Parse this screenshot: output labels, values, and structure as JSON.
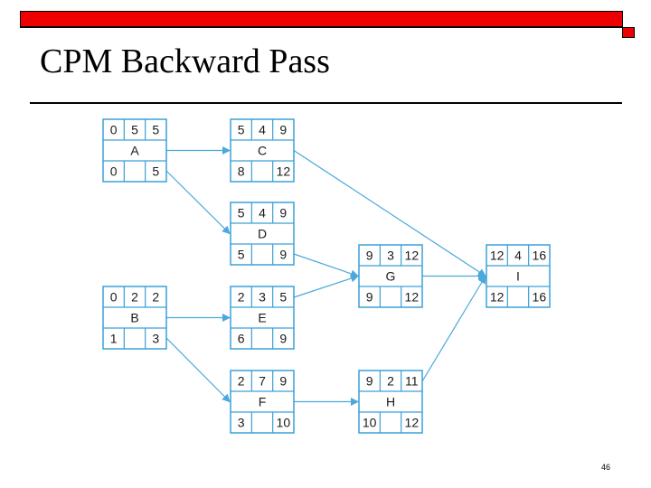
{
  "slide": {
    "title": "CPM Backward Pass",
    "page_number": "46"
  },
  "colors": {
    "accent": "#ee0000",
    "node_border": "#3aa0d8",
    "arrow": "#4aa8dc",
    "text": "#1a1a1a"
  },
  "nodes": [
    {
      "id": "A",
      "es": "0",
      "dur": "5",
      "ef": "5",
      "ls": "0",
      "lf": "5"
    },
    {
      "id": "C",
      "es": "5",
      "dur": "4",
      "ef": "9",
      "ls": "8",
      "lf": "12"
    },
    {
      "id": "D",
      "es": "5",
      "dur": "4",
      "ef": "9",
      "ls": "5",
      "lf": "9"
    },
    {
      "id": "B",
      "es": "0",
      "dur": "2",
      "ef": "2",
      "ls": "1",
      "lf": "3"
    },
    {
      "id": "E",
      "es": "2",
      "dur": "3",
      "ef": "5",
      "ls": "6",
      "lf": "9"
    },
    {
      "id": "F",
      "es": "2",
      "dur": "7",
      "ef": "9",
      "ls": "3",
      "lf": "10"
    },
    {
      "id": "G",
      "es": "9",
      "dur": "3",
      "ef": "12",
      "ls": "9",
      "lf": "12"
    },
    {
      "id": "H",
      "es": "9",
      "dur": "2",
      "ef": "11",
      "ls": "10",
      "lf": "12"
    },
    {
      "id": "I",
      "es": "12",
      "dur": "4",
      "ef": "16",
      "ls": "12",
      "lf": "16"
    }
  ],
  "edges": [
    {
      "from": "A",
      "to": "C"
    },
    {
      "from": "A",
      "to": "D"
    },
    {
      "from": "B",
      "to": "E"
    },
    {
      "from": "B",
      "to": "F"
    },
    {
      "from": "C",
      "to": "I"
    },
    {
      "from": "D",
      "to": "G"
    },
    {
      "from": "E",
      "to": "G"
    },
    {
      "from": "F",
      "to": "H"
    },
    {
      "from": "G",
      "to": "I"
    },
    {
      "from": "H",
      "to": "I"
    }
  ]
}
